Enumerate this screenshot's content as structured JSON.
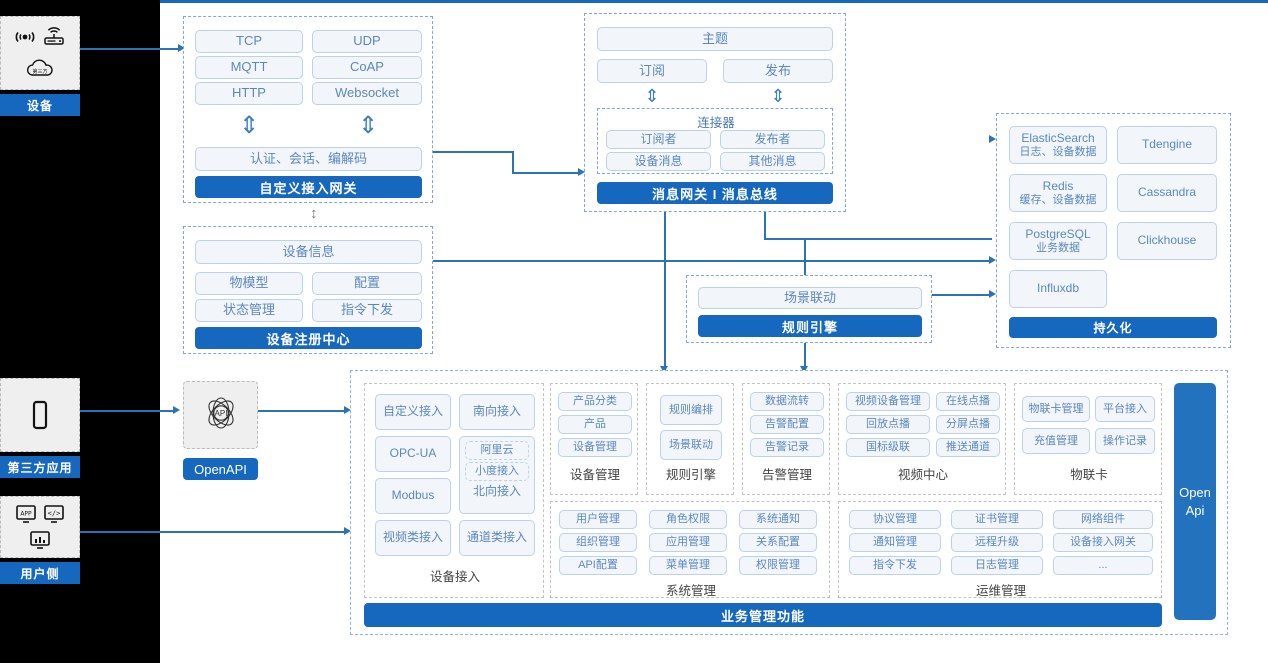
{
  "sidebar": {
    "groups": [
      {
        "label": "设备",
        "icons": [
          "signal-icon",
          "router-icon",
          "cloud-icon"
        ]
      },
      {
        "label": "第三方应用",
        "icons": [
          "mobile-phone-icon"
        ]
      },
      {
        "label": "用户侧",
        "icons": [
          "app-window-icon",
          "code-window-icon",
          "dashboard-window-icon"
        ]
      }
    ]
  },
  "gateway": {
    "protocols": [
      "TCP",
      "UDP",
      "MQTT",
      "CoAP",
      "HTTP",
      "Websocket"
    ],
    "middle": "认证、会话、编解码",
    "banner": "自定义接入网关"
  },
  "message": {
    "topic": "主题",
    "sub": "订阅",
    "pub": "发布",
    "connector_title": "连接器",
    "connector_items": [
      "订阅者",
      "发布者",
      "设备消息",
      "其他消息"
    ],
    "banner": "消息网关 I 消息总线"
  },
  "registry": {
    "info": "设备信息",
    "items": [
      "物模型",
      "配置",
      "状态管理",
      "指令下发"
    ],
    "banner": "设备注册中心"
  },
  "rule": {
    "item": "场景联动",
    "banner": "规则引擎"
  },
  "persistence": {
    "items": [
      {
        "name": "ElasticSearch",
        "desc": "日志、设备数据"
      },
      {
        "name": "Tdengine",
        "desc": ""
      },
      {
        "name": "Redis",
        "desc": "缓存、设备数据"
      },
      {
        "name": "Cassandra",
        "desc": ""
      },
      {
        "name": "PostgreSQL",
        "desc": "业务数据"
      },
      {
        "name": "Clickhouse",
        "desc": ""
      },
      {
        "name": "Influxdb",
        "desc": ""
      }
    ],
    "banner": "持久化"
  },
  "openapi": {
    "icon": "api-atom-icon",
    "label": "OpenAPI",
    "vertical_label": "Open Api"
  },
  "business": {
    "banner": "业务管理功能",
    "device_access": {
      "caption": "设备接入",
      "left": [
        "自定义接入",
        "OPC-UA",
        "Modbus",
        "视频类接入"
      ],
      "right": [
        "南向接入",
        "北向接入",
        "通道类接入"
      ],
      "nested": [
        "阿里云",
        "小度接入"
      ]
    },
    "columns_top": [
      {
        "caption": "设备管理",
        "items": [
          "产品分类",
          "产品",
          "设备管理"
        ]
      },
      {
        "caption": "规则引擎",
        "items": [
          "规则编排",
          "场景联动"
        ]
      },
      {
        "caption": "告警管理",
        "items": [
          "数据流转",
          "告警配置",
          "告警记录"
        ]
      },
      {
        "caption": "视频中心",
        "items": [
          "视频设备管理",
          "在线点播",
          "回放点播",
          "分屏点播",
          "国标级联",
          "推送通道"
        ]
      },
      {
        "caption": "物联卡",
        "items": [
          "物联卡管理",
          "平台接入",
          "充值管理",
          "操作记录"
        ]
      }
    ],
    "columns_bottom": [
      {
        "caption": "系统管理",
        "items": [
          "用户管理",
          "角色权限",
          "系统通知",
          "组织管理",
          "应用管理",
          "关系配置",
          "API配置",
          "菜单管理",
          "权限管理"
        ]
      },
      {
        "caption": "运维管理",
        "items": [
          "协议管理",
          "证书管理",
          "网络组件",
          "通知管理",
          "远程升级",
          "设备接入网关",
          "指令下发",
          "日志管理",
          "..."
        ]
      }
    ]
  },
  "colors": {
    "brand_blue": "#1668BE",
    "line_blue": "#2C72B8",
    "pill_border": "#BBD2E8",
    "pill_fill": "#F2F6FA",
    "pill_text": "#5B87C0"
  }
}
